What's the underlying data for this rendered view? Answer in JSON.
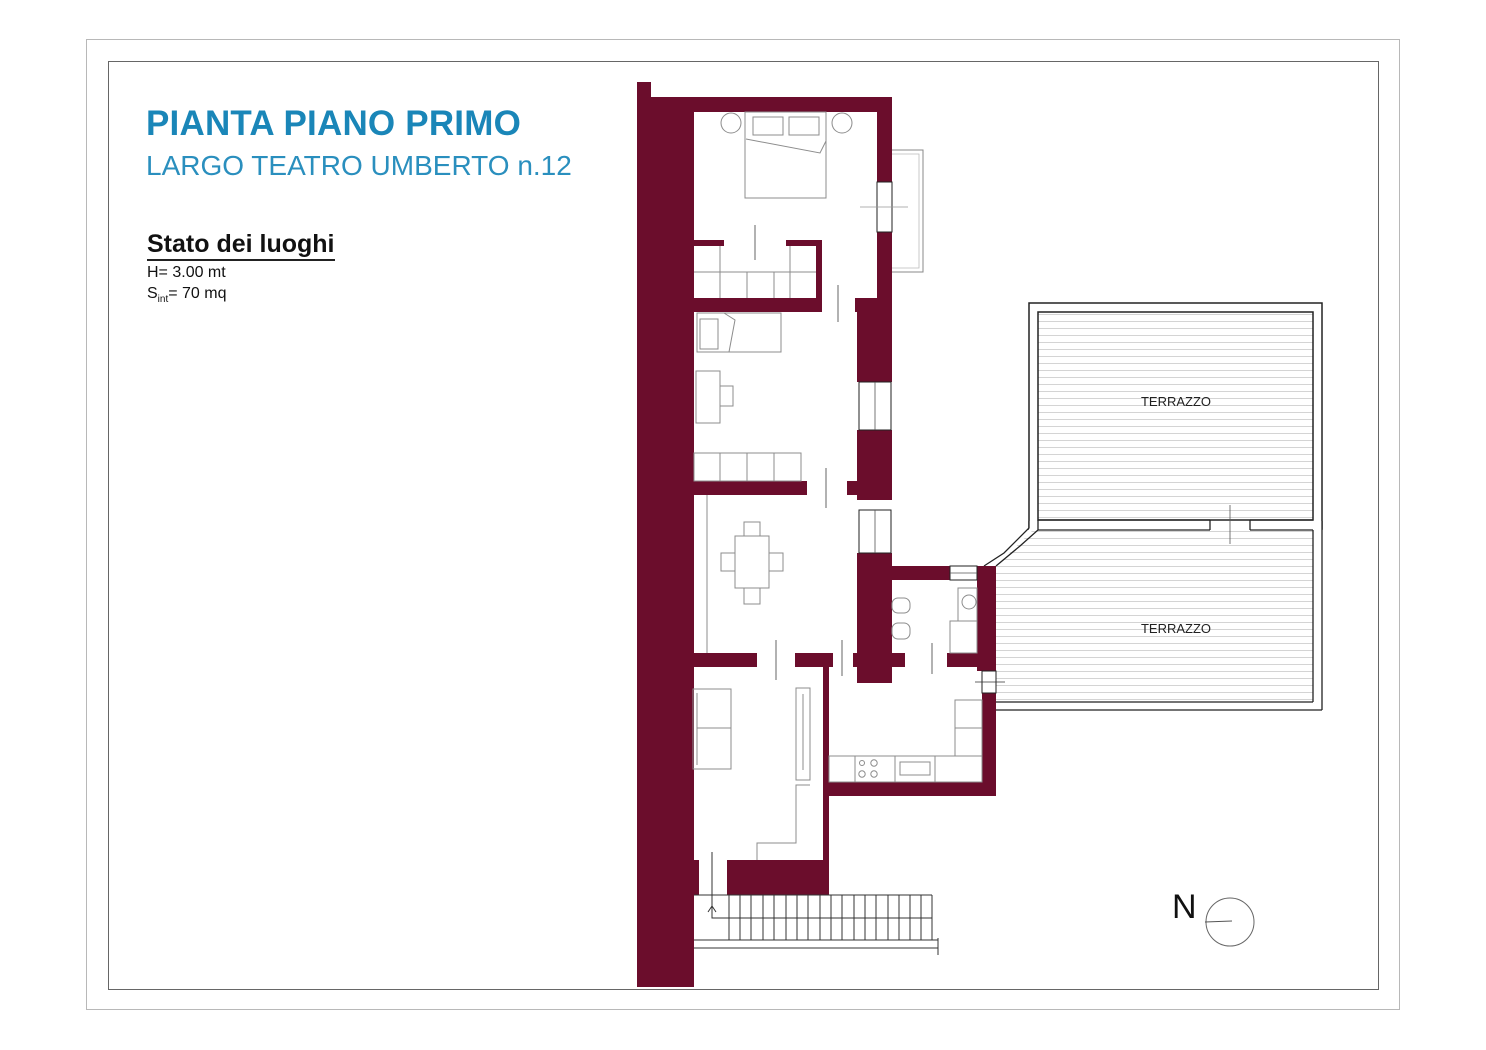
{
  "header": {
    "title": "PIANTA PIANO PRIMO",
    "subtitle": "LARGO TEATRO UMBERTO n.12"
  },
  "legend": {
    "section_title": "Stato dei luoghi",
    "height_label": "H= 3.00 mt",
    "surface_symbol": "S",
    "surface_subscript": "int",
    "surface_value": "= 70 mq"
  },
  "plan": {
    "wall_color": "#6b0d2c",
    "terraces": [
      {
        "label": "TERRAZZO"
      },
      {
        "label": "TERRAZZO"
      }
    ],
    "north_arrow_label": "N",
    "rooms": [
      "bedroom",
      "bedroom-2",
      "dining-room",
      "living-room",
      "bathroom",
      "kitchen",
      "staircase"
    ]
  }
}
